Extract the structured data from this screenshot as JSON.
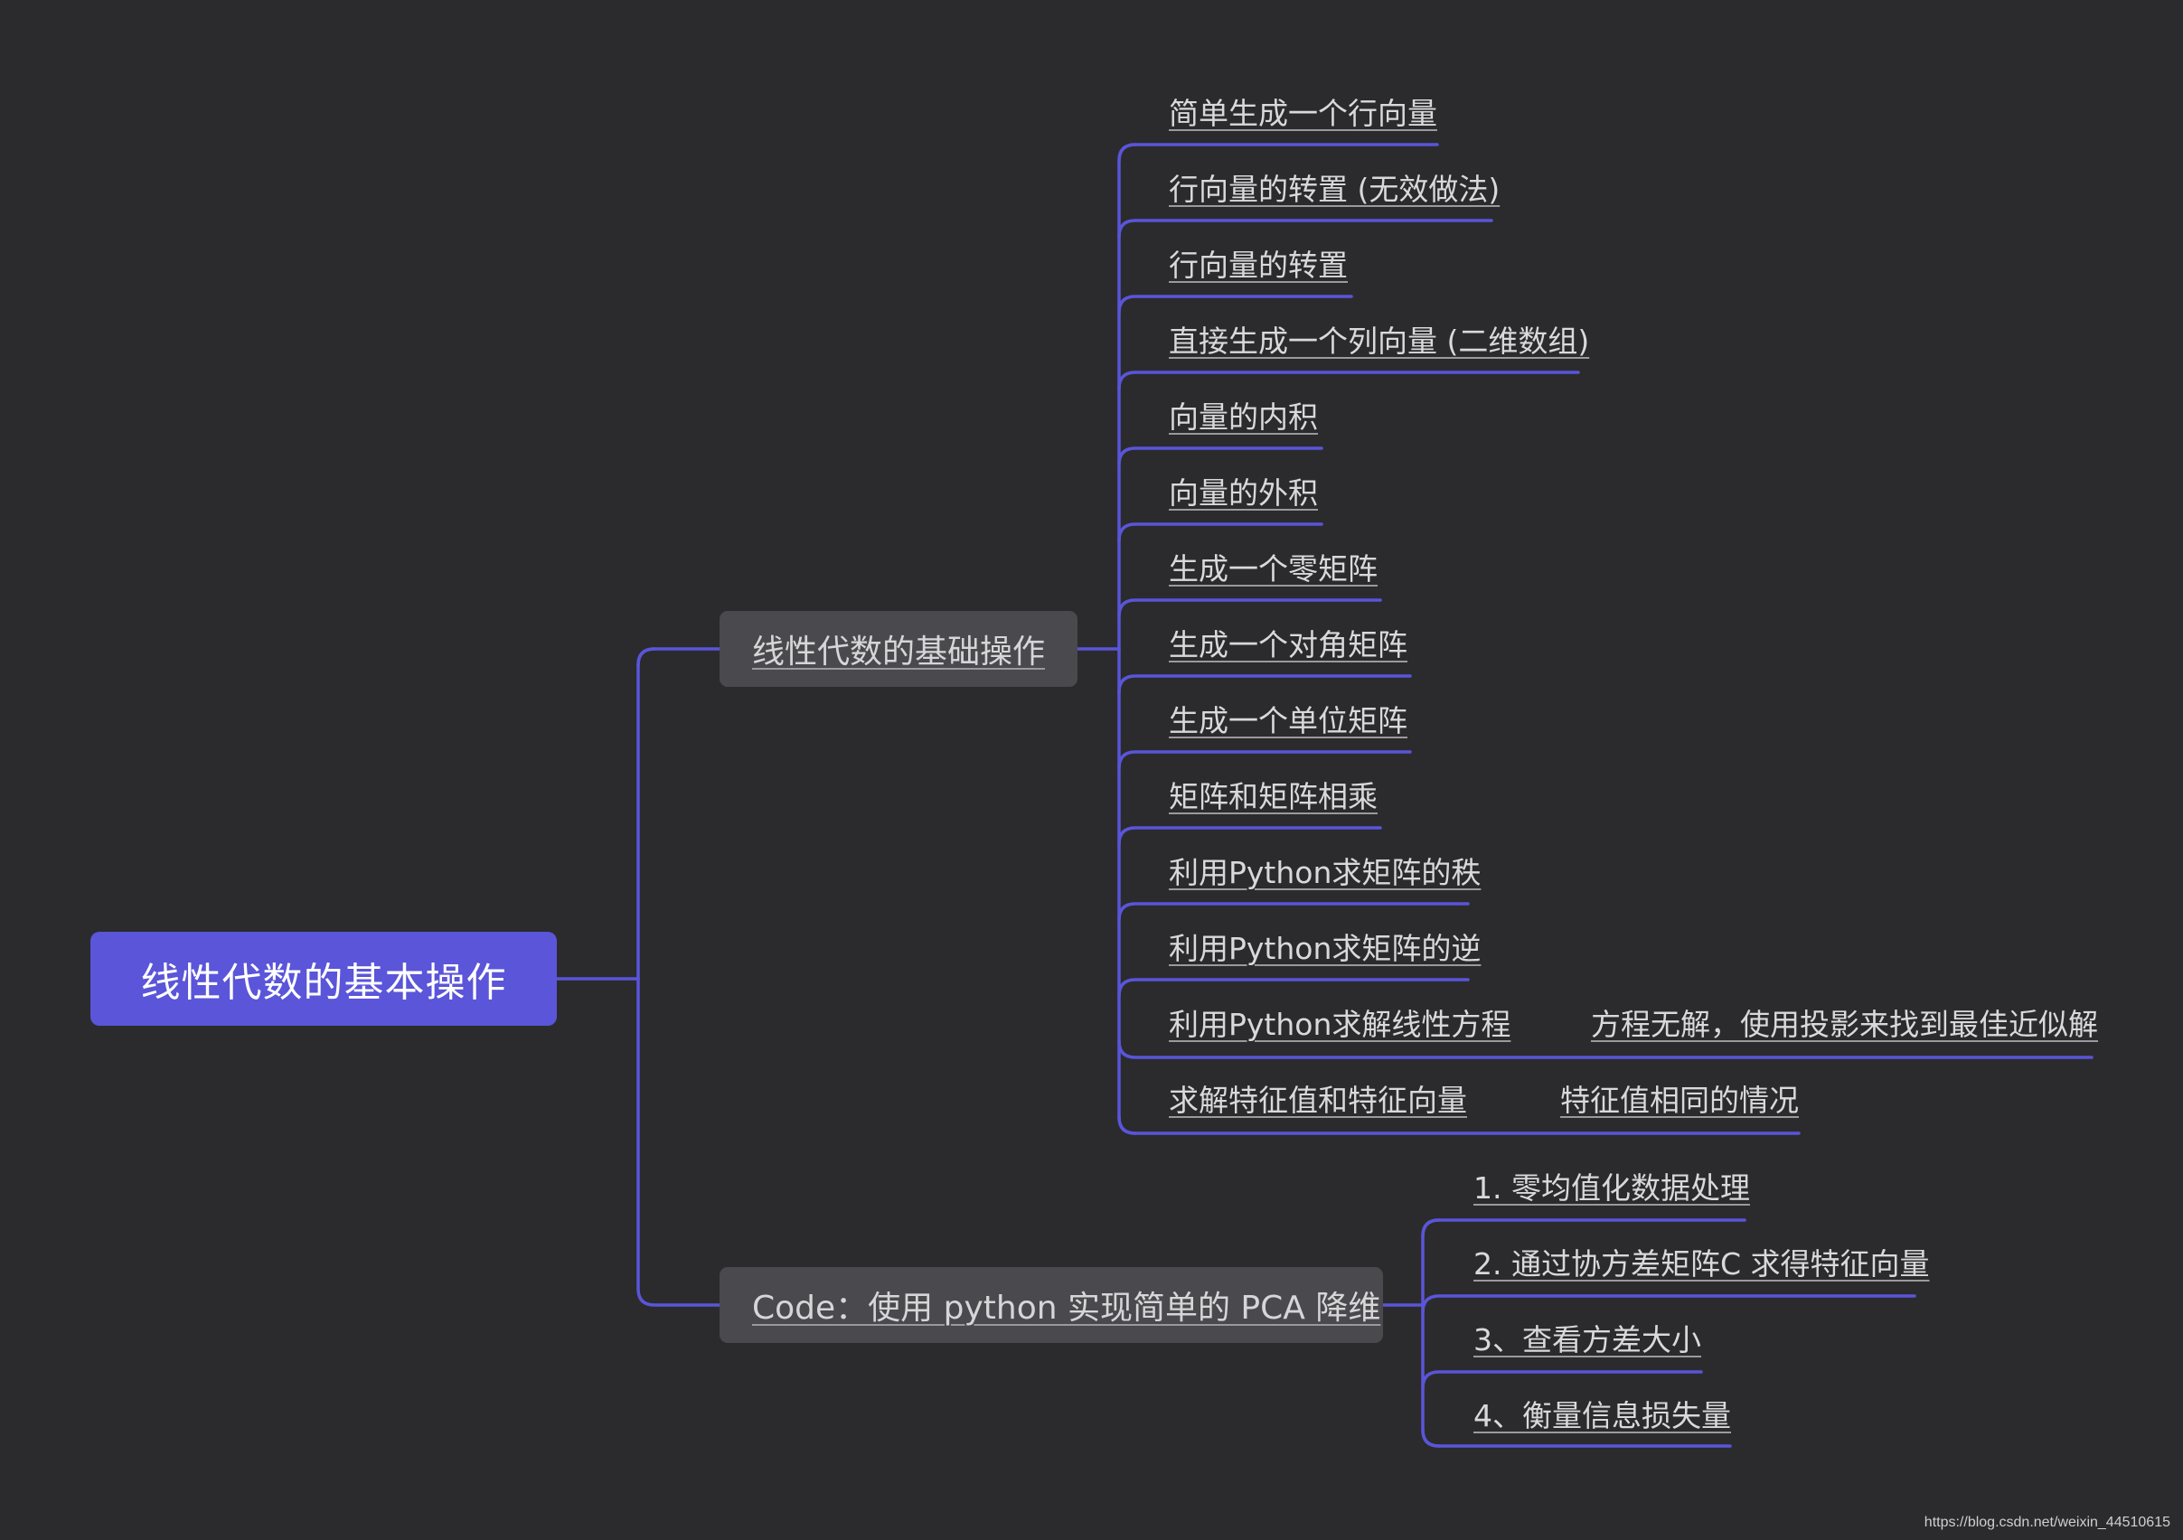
{
  "colors": {
    "background": "#2b2b2d",
    "root_fill": "#5a55d9",
    "branch_fill": "#4a4a4e",
    "connector": "#5a55d9",
    "text": "#d9d9db"
  },
  "root": {
    "label": "线性代数的基本操作"
  },
  "branches": [
    {
      "label": "线性代数的基础操作",
      "children": [
        {
          "label": "简单生成一个行向量"
        },
        {
          "label": "行向量的转置 (无效做法)"
        },
        {
          "label": "行向量的转置"
        },
        {
          "label": "直接生成一个列向量 (二维数组)"
        },
        {
          "label": "向量的内积"
        },
        {
          "label": "向量的外积"
        },
        {
          "label": "生成一个零矩阵"
        },
        {
          "label": "生成一个对角矩阵"
        },
        {
          "label": "生成一个单位矩阵"
        },
        {
          "label": "矩阵和矩阵相乘"
        },
        {
          "label": "利用Python求矩阵的秩"
        },
        {
          "label": "利用Python求矩阵的逆"
        },
        {
          "label": "利用Python求解线性方程",
          "child": "方程无解，使用投影来找到最佳近似解"
        },
        {
          "label": "求解特征值和特征向量",
          "child": "特征值相同的情况"
        }
      ]
    },
    {
      "label": "Code：使用 python 实现简单的 PCA 降维",
      "children": [
        {
          "label": "1. 零均值化数据处理"
        },
        {
          "label": "2. 通过协方差矩阵C 求得特征向量"
        },
        {
          "label": "3、查看方差大小"
        },
        {
          "label": "4、衡量信息损失量"
        }
      ]
    }
  ],
  "watermark": "https://blog.csdn.net/weixin_44510615"
}
